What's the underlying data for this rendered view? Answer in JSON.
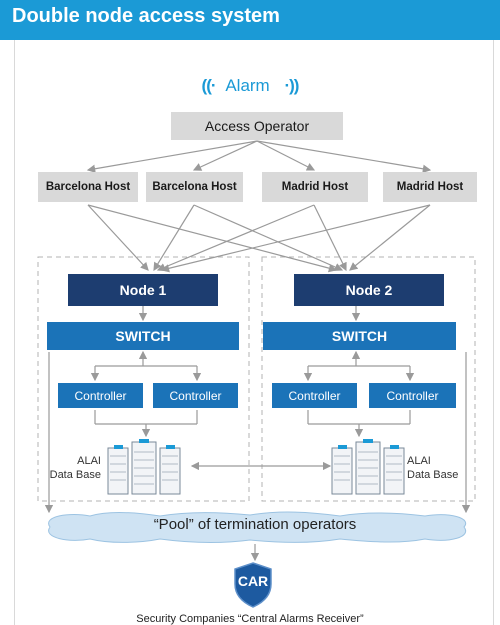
{
  "title": "Double node access system",
  "alarm": {
    "label": "Alarm",
    "wave_left": "((·",
    "wave_right": "·))",
    "color": "#1b9ad6"
  },
  "operator": "Access Operator",
  "hosts": [
    "Barcelona Host",
    "Barcelona Host",
    "Madrid Host",
    "Madrid Host"
  ],
  "nodes": [
    {
      "name": "Node 1",
      "switch": "SWITCH",
      "controllers": [
        "Controller",
        "Controller"
      ],
      "db": [
        "ALAI",
        "Data Base"
      ]
    },
    {
      "name": "Node 2",
      "switch": "SWITCH",
      "controllers": [
        "Controller",
        "Controller"
      ],
      "db": [
        "ALAI",
        "Data Base"
      ]
    }
  ],
  "pool": "“Pool” of termination operators",
  "car": "CAR",
  "footer": "Security Companies “Central Alarms Receiver”",
  "colors": {
    "title_bar": "#1b9ad6",
    "node": "#1d3d70",
    "switch": "#1b73b8",
    "cloud": "#cfe3f3",
    "shield": "#1d5aa0"
  }
}
